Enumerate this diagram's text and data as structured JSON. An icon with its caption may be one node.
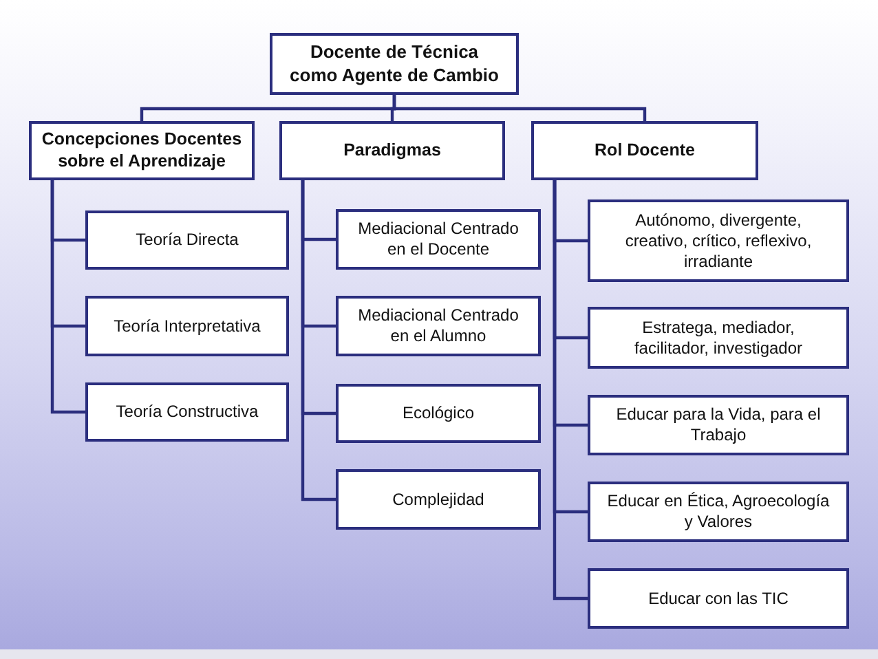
{
  "diagram": {
    "nodes": [
      {
        "text": [
          "Docente de Técnica como Agente de Cambio"
        ]
      },
      {
        "text": [
          "Concepciones Docentes sobre el Aprendizaje"
        ]
      },
      {
        "text": [
          "Paradigmas"
        ]
      },
      {
        "text": [
          "Rol Docente"
        ]
      },
      {
        "text": [
          "Teoría Directa"
        ]
      },
      {
        "text": [
          "Teoría Interpretativa"
        ]
      },
      {
        "text": [
          "Teoría Constructiva"
        ]
      },
      {
        "text": [
          "Mediacional Centrado en el Docente"
        ]
      },
      {
        "text": [
          "Mediacional Centrado en el Alumno"
        ]
      },
      {
        "text": [
          "Ecológico"
        ]
      },
      {
        "text": [
          "Complejidad"
        ]
      },
      {
        "text": [
          "Autónomo, divergente, creativo, crítico, reflexivo, irradiante"
        ]
      },
      {
        "text": [
          "Estratega, mediador, facilitador, investigador"
        ]
      },
      {
        "text": [
          "Educar para la Vida, para el Trabajo"
        ]
      },
      {
        "text": [
          "Educar en Ética, Agroecología y Valores"
        ]
      },
      {
        "text": [
          "Educar con las TIC"
        ]
      }
    ],
    "edges": [
      {
        "from": 0,
        "to": 1,
        "arrow": "none"
      },
      {
        "from": 0,
        "to": 2,
        "arrow": "none"
      },
      {
        "from": 0,
        "to": 3,
        "arrow": "none"
      },
      {
        "from": 1,
        "to": 4,
        "arrow": "none"
      },
      {
        "from": 1,
        "to": 5,
        "arrow": "none"
      },
      {
        "from": 1,
        "to": 6,
        "arrow": "none"
      },
      {
        "from": 2,
        "to": 7,
        "arrow": "none"
      },
      {
        "from": 2,
        "to": 8,
        "arrow": "none"
      },
      {
        "from": 2,
        "to": 9,
        "arrow": "none"
      },
      {
        "from": 2,
        "to": 10,
        "arrow": "none"
      },
      {
        "from": 3,
        "to": 11,
        "arrow": "none"
      },
      {
        "from": 3,
        "to": 12,
        "arrow": "none"
      },
      {
        "from": 3,
        "to": 13,
        "arrow": "none"
      },
      {
        "from": 3,
        "to": 14,
        "arrow": "none"
      },
      {
        "from": 3,
        "to": 15,
        "arrow": "none"
      }
    ]
  }
}
